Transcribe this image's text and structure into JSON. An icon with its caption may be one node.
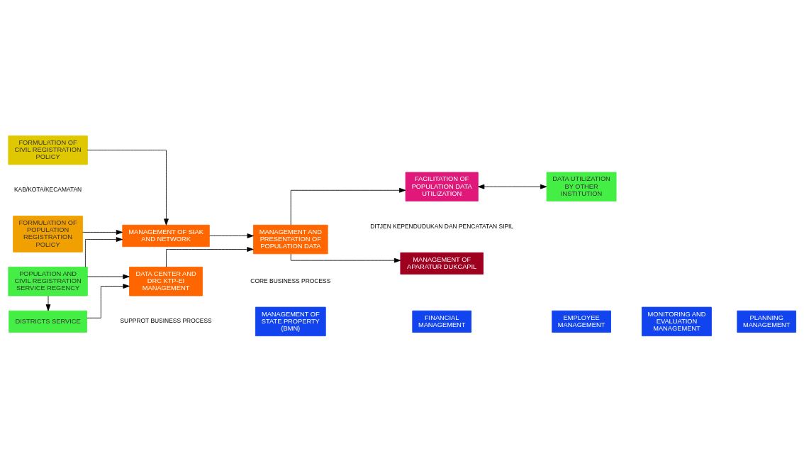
{
  "diagram": {
    "nodes": [
      {
        "text": [
          "FORMULATION OF CIVIL REGISTRATION POLICY"
        ]
      },
      {
        "text": [
          "FORMULATION OF POPULATION REGISTRATION POLICY"
        ]
      },
      {
        "text": [
          "MANAGEMENT OF SIAK AND NETWORK"
        ]
      },
      {
        "text": [
          "POPULATION AND CIVIL REGISTRATION SERVICE REGENCY"
        ]
      },
      {
        "text": [
          "MANAGEMENT OF APARATUR DUKCAPIL"
        ]
      },
      {
        "text": [
          "MANAGEMENT AND PRESENTATION OF POPULATION DATA"
        ]
      },
      {
        "text": [
          "DISTRICTS SERVICE"
        ]
      },
      {
        "text": [
          "FACILITATION OF POPULATION DATA UTILIZATION"
        ]
      },
      {
        "text": [
          "DATA UTILIZATION BY OTHER INSTITUTION"
        ]
      },
      {
        "text": [
          "DATA CENTER AND DRC KTP-EI MANAGEMENT"
        ]
      },
      {
        "text": [
          "MANAGEMENT OF STATE PROPERTY (BMN)"
        ]
      },
      {
        "text": [
          "FINANCIAL MANAGEMENT"
        ]
      },
      {
        "text": [
          "EMPLOYEE MANAGEMENT"
        ]
      },
      {
        "text": [
          "MONITORING AND EVALUATION MANAGEMENT"
        ]
      },
      {
        "text": [
          "PLANNING MANAGEMENT"
        ]
      }
    ],
    "edges": [
      {
        "from": 0,
        "to": 2,
        "arrow": "to"
      },
      {
        "from": 1,
        "to": 2,
        "arrow": "to"
      },
      {
        "from": 3,
        "to": 2,
        "arrow": "to"
      },
      {
        "from": 3,
        "to": 6,
        "arrow": "to"
      },
      {
        "from": 3,
        "to": 9,
        "arrow": "to"
      },
      {
        "from": 6,
        "to": 9,
        "arrow": "to"
      },
      {
        "from": 2,
        "to": 5,
        "arrow": "to"
      },
      {
        "from": 9,
        "to": 5,
        "arrow": "to"
      },
      {
        "from": 5,
        "to": 4,
        "arrow": "to"
      },
      {
        "from": 5,
        "to": 7,
        "arrow": "to"
      },
      {
        "from": 7,
        "to": 8,
        "arrow": "both"
      }
    ],
    "labels": [
      "KAB/KOTA/KECAMATAN",
      "DITJEN KEPENDUDUKAN DAN PENCATATAN SIPIL",
      "CORE BUSINESS PROCESS",
      "SUPPROT BUSINESS PROCESS"
    ]
  }
}
